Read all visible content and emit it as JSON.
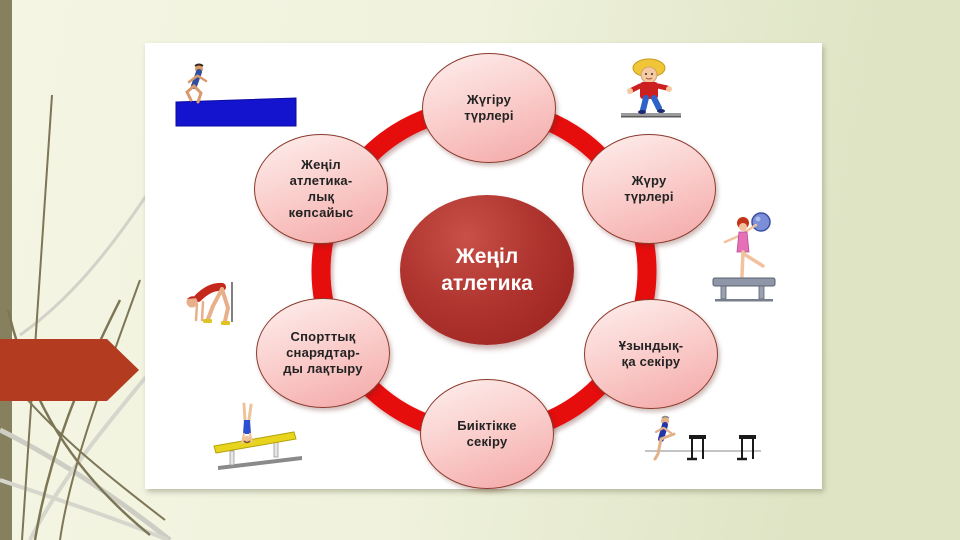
{
  "diagram": {
    "center": {
      "label": "Жеңіл атлетика",
      "lines": [
        "Жеңіл",
        "атлетика"
      ]
    },
    "nodes": [
      {
        "id": "running",
        "label": "Жүгіру түрлері",
        "lines": [
          "Жүгіру",
          "түрлері"
        ]
      },
      {
        "id": "walking",
        "label": "Жүру түрлері",
        "lines": [
          "Жүру",
          "түрлері"
        ]
      },
      {
        "id": "long-jump",
        "label": "Ұзындыққа секіру",
        "lines": [
          "Ұзындық-",
          "қа секіру"
        ]
      },
      {
        "id": "high-jump",
        "label": "Биіктікке секіру",
        "lines": [
          "Биіктікке",
          "секіру"
        ]
      },
      {
        "id": "throwing",
        "label": "Спорттық снарядтарды лақтыру",
        "lines": [
          "Спорттық",
          "снарядтар-",
          "ды лақтыру"
        ]
      },
      {
        "id": "combined",
        "label": "Жеңіл атлетикалық көпсайыс",
        "lines": [
          "Жеңіл",
          "атлетика-",
          "лық",
          "көпсайыс"
        ]
      }
    ],
    "cliparts": [
      {
        "name": "long-jump-clipart",
        "depicts": "athlete leaping onto a blue runway"
      },
      {
        "name": "race-walking-kid-clipart",
        "depicts": "cartoon kid race walking on a line"
      },
      {
        "name": "balance-beam-gymnast-clipart",
        "depicts": "gymnast with a ball on a balance beam"
      },
      {
        "name": "hurdles-runner-clipart",
        "depicts": "runner approaching two hurdles"
      },
      {
        "name": "handstand-beam-clipart",
        "depicts": "gymnast handstand on a yellow beam"
      },
      {
        "name": "sprint-start-clipart",
        "depicts": "sprinter in crouch start position"
      }
    ],
    "colors": {
      "ring": "#e60c11",
      "center_fill_top": "#c85048",
      "center_fill_bottom": "#991f1c",
      "node_fill_top": "#fdecea",
      "node_fill_bottom": "#f3a7a6",
      "node_border": "#8c3a2d",
      "node_text": "#232323",
      "center_text": "#ffffff",
      "arrow": "#b23b20",
      "left_bar": "#87805f",
      "background_left": "#f4f5e3",
      "background_right": "#dee4c4",
      "panel": "#ffffff"
    }
  }
}
